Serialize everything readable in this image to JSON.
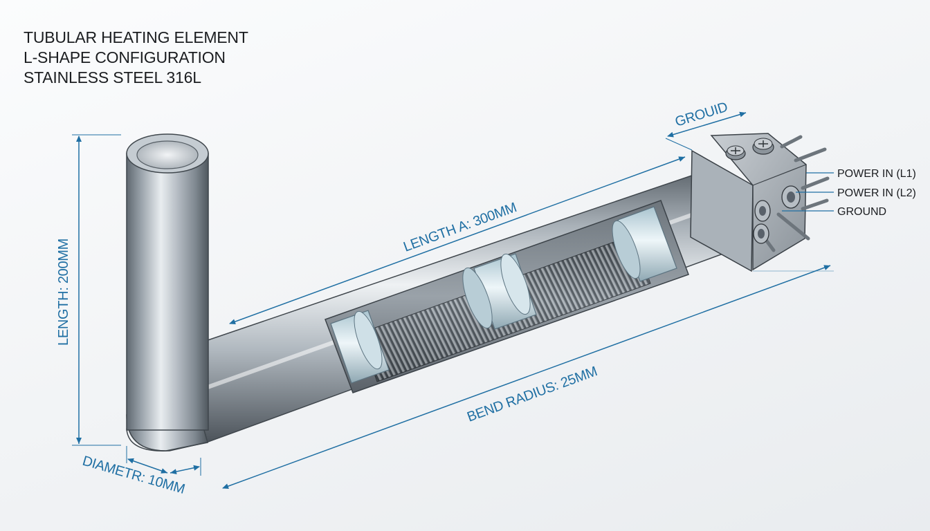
{
  "title": {
    "line1": "TUBULAR HEATING ELEMENT",
    "line2": "L-SHAPE CONFIGURATION",
    "line3": "STAINLESS STEEL 316L"
  },
  "dimensions": {
    "length_vertical": "LENGTH: 200MM",
    "length_a": "LENGTH A: 300MM",
    "bend_radius": "BEND RADIUS: 25MM",
    "diameter": "DIAMETR: 10MM",
    "ground_top": "GROUID"
  },
  "callouts": {
    "power_l1": "POWER IN (L1)",
    "power_l2": "POWER IN (L2)",
    "ground": "GROUND"
  },
  "colors": {
    "dimension": "#1f6fa3",
    "steel": "#9aa3ab",
    "text": "#1b1d20"
  }
}
